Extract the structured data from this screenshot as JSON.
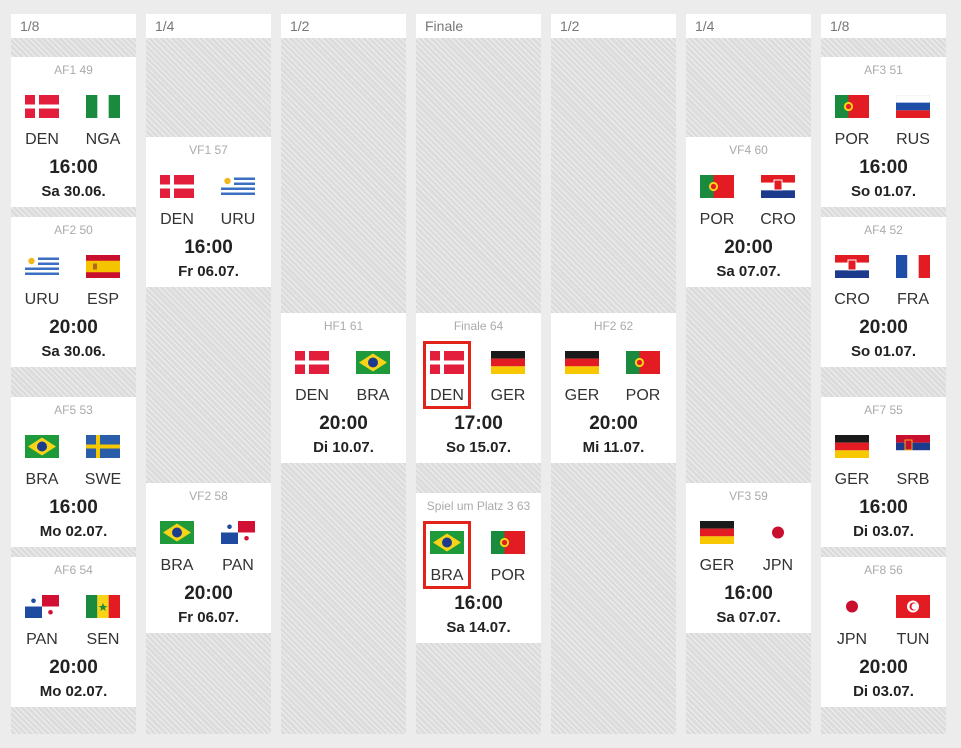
{
  "columns": [
    {
      "round": "1/8",
      "matches": [
        {
          "code": "AF1 49",
          "home": {
            "abbr": "DEN",
            "flag": "flag-denmark"
          },
          "away": {
            "abbr": "NGA",
            "flag": "flag-nigeria"
          },
          "time": "16:00",
          "date": "Sa 30.06."
        },
        {
          "code": "AF2 50",
          "home": {
            "abbr": "URU",
            "flag": "flag-uruguay"
          },
          "away": {
            "abbr": "ESP",
            "flag": "flag-spain"
          },
          "time": "20:00",
          "date": "Sa 30.06."
        },
        {
          "code": "AF5 53",
          "home": {
            "abbr": "BRA",
            "flag": "flag-brazil"
          },
          "away": {
            "abbr": "SWE",
            "flag": "flag-sweden"
          },
          "time": "16:00",
          "date": "Mo 02.07."
        },
        {
          "code": "AF6 54",
          "home": {
            "abbr": "PAN",
            "flag": "flag-panama"
          },
          "away": {
            "abbr": "SEN",
            "flag": "flag-senegal"
          },
          "time": "20:00",
          "date": "Mo 02.07."
        }
      ]
    },
    {
      "round": "1/4",
      "matches": [
        {
          "code": "VF1 57",
          "home": {
            "abbr": "DEN",
            "flag": "flag-denmark"
          },
          "away": {
            "abbr": "URU",
            "flag": "flag-uruguay"
          },
          "time": "16:00",
          "date": "Fr 06.07."
        },
        {
          "code": "VF2 58",
          "home": {
            "abbr": "BRA",
            "flag": "flag-brazil"
          },
          "away": {
            "abbr": "PAN",
            "flag": "flag-panama"
          },
          "time": "20:00",
          "date": "Fr 06.07."
        }
      ]
    },
    {
      "round": "1/2",
      "matches": [
        {
          "code": "HF1 61",
          "home": {
            "abbr": "DEN",
            "flag": "flag-denmark"
          },
          "away": {
            "abbr": "BRA",
            "flag": "flag-brazil"
          },
          "time": "20:00",
          "date": "Di 10.07."
        }
      ]
    },
    {
      "round": "Finale",
      "matches": [
        {
          "code": "Finale 64",
          "home": {
            "abbr": "DEN",
            "flag": "flag-denmark",
            "winner": true
          },
          "away": {
            "abbr": "GER",
            "flag": "flag-germany"
          },
          "time": "17:00",
          "date": "So 15.07."
        },
        {
          "code": "Spiel um Platz 3 63",
          "home": {
            "abbr": "BRA",
            "flag": "flag-brazil",
            "winner": true
          },
          "away": {
            "abbr": "POR",
            "flag": "flag-portugal"
          },
          "time": "16:00",
          "date": "Sa 14.07."
        }
      ]
    },
    {
      "round": "1/2",
      "matches": [
        {
          "code": "HF2 62",
          "home": {
            "abbr": "GER",
            "flag": "flag-germany"
          },
          "away": {
            "abbr": "POR",
            "flag": "flag-portugal"
          },
          "time": "20:00",
          "date": "Mi 11.07."
        }
      ]
    },
    {
      "round": "1/4",
      "matches": [
        {
          "code": "VF4 60",
          "home": {
            "abbr": "POR",
            "flag": "flag-portugal"
          },
          "away": {
            "abbr": "CRO",
            "flag": "flag-croatia"
          },
          "time": "20:00",
          "date": "Sa 07.07."
        },
        {
          "code": "VF3 59",
          "home": {
            "abbr": "GER",
            "flag": "flag-germany"
          },
          "away": {
            "abbr": "JPN",
            "flag": "flag-japan"
          },
          "time": "16:00",
          "date": "Sa 07.07."
        }
      ]
    },
    {
      "round": "1/8",
      "matches": [
        {
          "code": "AF3 51",
          "home": {
            "abbr": "POR",
            "flag": "flag-portugal"
          },
          "away": {
            "abbr": "RUS",
            "flag": "flag-russia"
          },
          "time": "16:00",
          "date": "So 01.07."
        },
        {
          "code": "AF4 52",
          "home": {
            "abbr": "CRO",
            "flag": "flag-croatia"
          },
          "away": {
            "abbr": "FRA",
            "flag": "flag-france"
          },
          "time": "20:00",
          "date": "So 01.07."
        },
        {
          "code": "AF7 55",
          "home": {
            "abbr": "GER",
            "flag": "flag-germany"
          },
          "away": {
            "abbr": "SRB",
            "flag": "flag-serbia"
          },
          "time": "16:00",
          "date": "Di 03.07."
        },
        {
          "code": "AF8 56",
          "home": {
            "abbr": "JPN",
            "flag": "flag-japan"
          },
          "away": {
            "abbr": "TUN",
            "flag": "flag-tunisia"
          },
          "time": "20:00",
          "date": "Di 03.07."
        }
      ]
    }
  ]
}
